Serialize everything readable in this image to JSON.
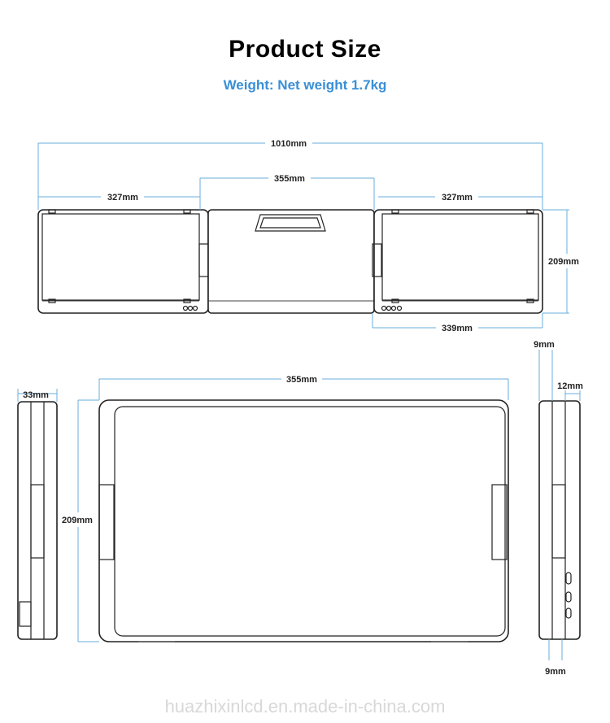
{
  "header": {
    "title": "Product Size",
    "subtitle": "Weight: Net weight 1.7kg"
  },
  "dimensions": {
    "total_width": "1010mm",
    "center_width": "355mm",
    "left_width": "327mm",
    "right_width": "327mm",
    "height": "209mm",
    "folded_width": "339mm",
    "front_width": "355mm",
    "front_height": "209mm",
    "thickness_left": "33mm",
    "side_top": "9mm",
    "side_port": "12mm",
    "side_bottom": "9mm"
  },
  "watermark": "huazhixinlcd.en.made-in-china.com",
  "colors": {
    "title": "#000000",
    "subtitle": "#3a8fd6",
    "dimension_line": "#6aaede",
    "outline": "#222222"
  }
}
